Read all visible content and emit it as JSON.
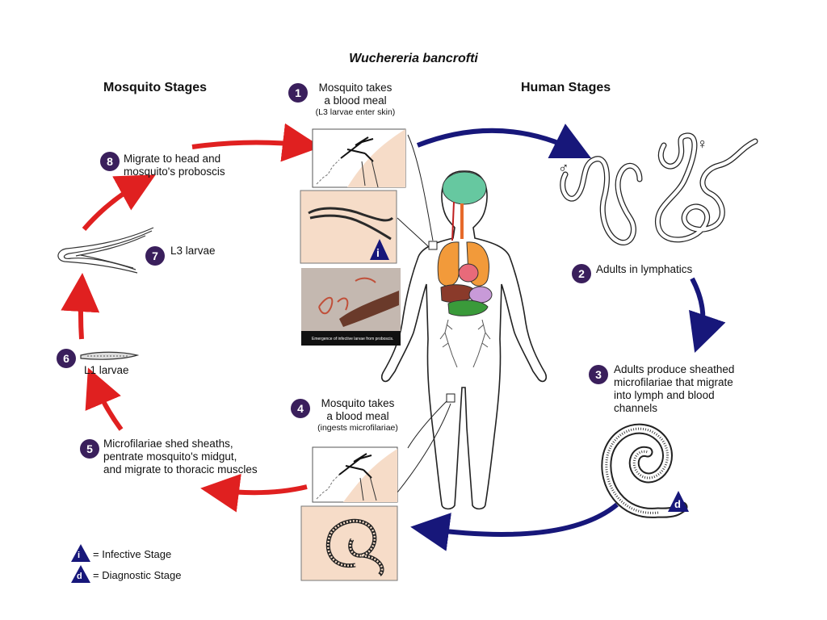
{
  "title": "Wuchereria bancrofti",
  "headers": {
    "mosquito": "Mosquito Stages",
    "human": "Human Stages"
  },
  "steps": {
    "s1": {
      "num": "1",
      "line1": "Mosquito takes",
      "line2": "a blood meal",
      "sub": "(L3 larvae enter skin)"
    },
    "s2": {
      "num": "2",
      "line1": "Adults in lymphatics"
    },
    "s3": {
      "num": "3",
      "line1": "Adults produce sheathed",
      "line2": "microfilariae that migrate",
      "line3": "into lymph and blood",
      "line4": "channels"
    },
    "s4": {
      "num": "4",
      "line1": "Mosquito takes",
      "line2": "a blood meal",
      "sub": "(ingests microfilariae)"
    },
    "s5": {
      "num": "5",
      "line1": "Microfilariae shed sheaths,",
      "line2": "pentrate mosquito's midgut,",
      "line3": "and migrate to thoracic muscles"
    },
    "s6": {
      "num": "6",
      "line1": "L1 larvae"
    },
    "s7": {
      "num": "7",
      "line1": "L3 larvae"
    },
    "s8": {
      "num": "8",
      "line1": "Migrate to head and",
      "line2": "mosquito's proboscis"
    }
  },
  "photo_caption": "Emergence of infective larvae from proboscis.",
  "markers": {
    "infective": "i",
    "diagnostic": "d",
    "male": "♂",
    "female": "♀"
  },
  "legend": {
    "infective": "= Infective Stage",
    "diagnostic": "= Diagnostic Stage"
  },
  "colors": {
    "mosquito_arrows": "#e02020",
    "human_arrows": "#17177a",
    "step_badge": "#3a1f5c",
    "panel_bg": "#f6dcc8",
    "stage_triangle": "#17177a"
  }
}
